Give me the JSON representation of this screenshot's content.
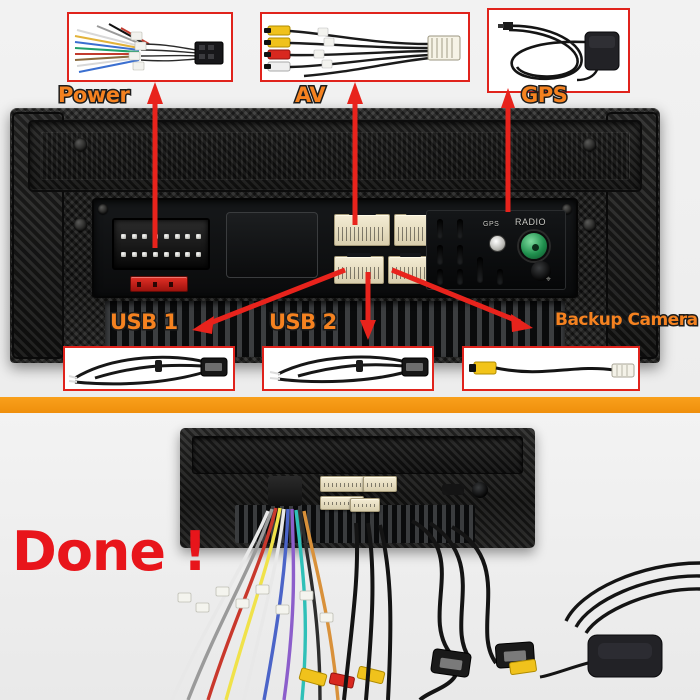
{
  "top_panel": {
    "labels": [
      {
        "id": "power",
        "text": "Power"
      },
      {
        "id": "av",
        "text": "AV"
      },
      {
        "id": "gps",
        "text": "GPS"
      },
      {
        "id": "usb1",
        "text": "USB 1"
      },
      {
        "id": "usb2",
        "text": "USB 2"
      },
      {
        "id": "backup_camera",
        "text": "Backup Camera"
      }
    ],
    "thumbnails": [
      {
        "id": "power-harness-thumb",
        "caption": "Power",
        "contents": "multi-color wiring harness with black ISO plug"
      },
      {
        "id": "av-cable-thumb",
        "caption": "AV",
        "contents": "RCA AV cable, yellow / red / white connectors"
      },
      {
        "id": "gps-antenna-thumb",
        "caption": "GPS",
        "contents": "GPS antenna puck with coiled black cable"
      },
      {
        "id": "usb1-cable-thumb",
        "caption": "USB 1",
        "contents": "black USB extension cable"
      },
      {
        "id": "usb2-cable-thumb",
        "caption": "USB 2",
        "contents": "black USB extension cable"
      },
      {
        "id": "backup-cam-thumb",
        "caption": "Backup Camera",
        "contents": "yellow RCA backup camera cable"
      }
    ],
    "unit_silkscreen": {
      "gps_jack": "GPS",
      "radio_jack": "RADIO",
      "usb_symbol": "USB"
    }
  },
  "divider": {
    "color": "#f9a01b"
  },
  "bottom_panel": {
    "done_text": "Done !",
    "done_color": "#e8151b",
    "description": "head unit rear with all harnesses plugged in, loose cables in foreground"
  },
  "colors": {
    "label_fill": "#F58220",
    "label_stroke": "#1c1c1c",
    "arrow_red": "#e8231c",
    "thumb_border": "#e0231c",
    "divider_orange": "#f9a01b",
    "done_red": "#e8151b",
    "background": "#f0f0f0"
  }
}
